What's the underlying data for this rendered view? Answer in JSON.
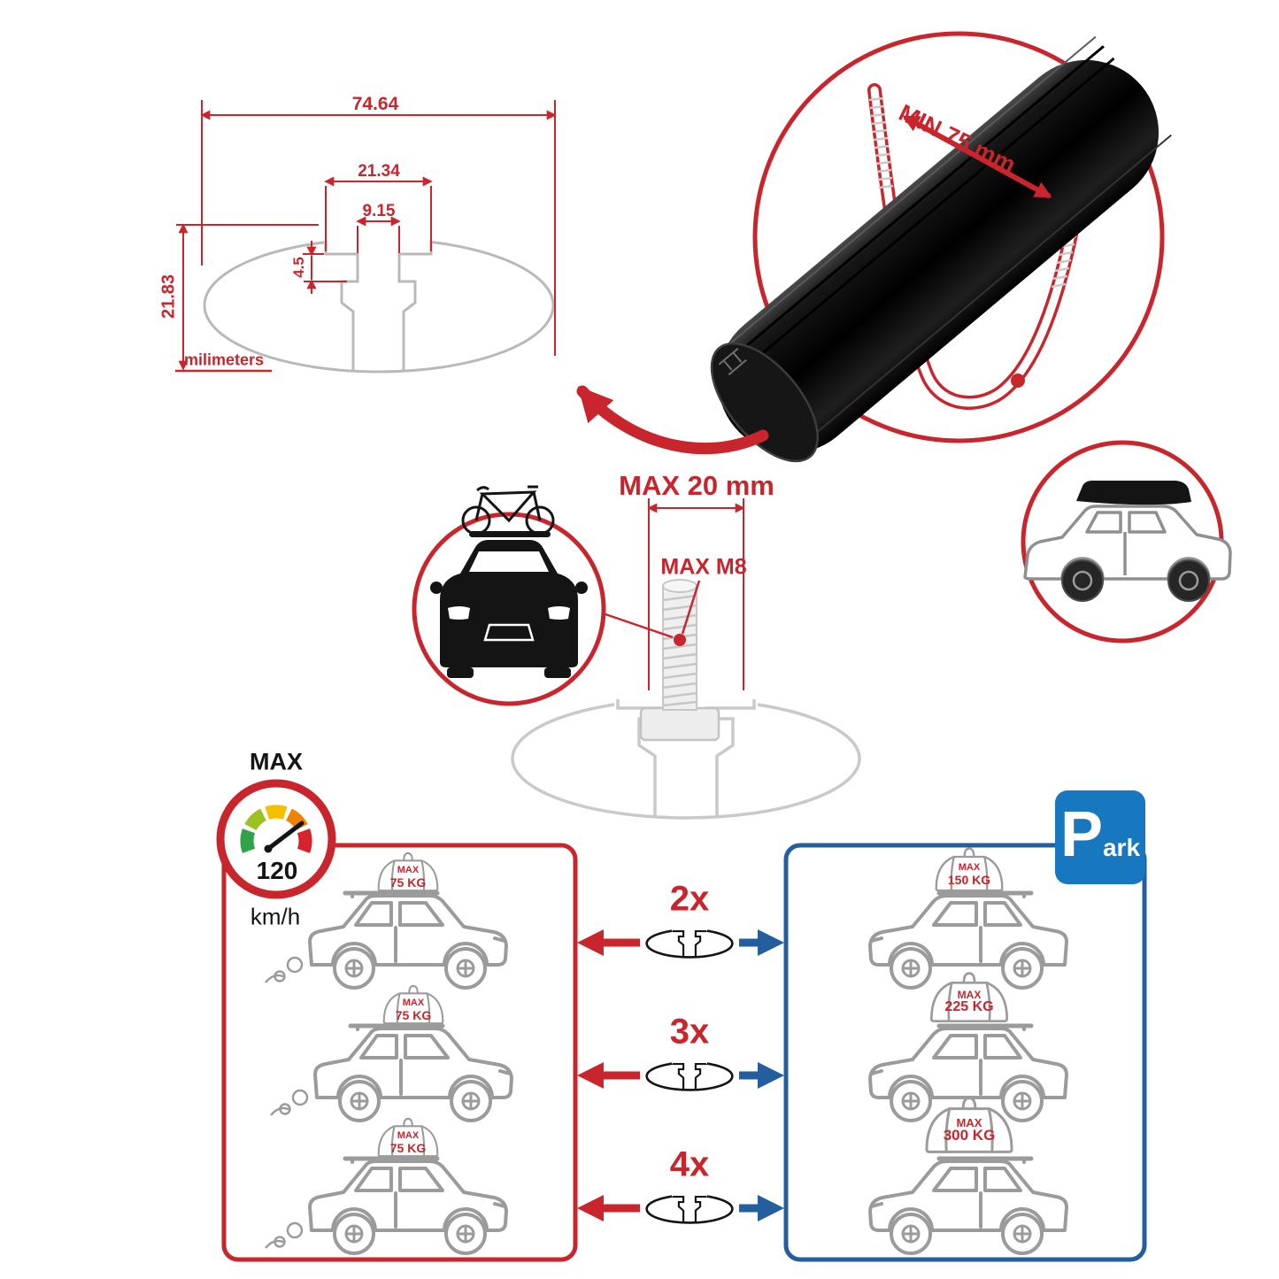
{
  "profile_dims": {
    "total_width": "74.64",
    "channel_outer": "21.34",
    "channel_inner": "9.15",
    "channel_depth": "4.5",
    "total_height": "21.83",
    "units": "milimeters"
  },
  "clamp": {
    "min_gap": "MIN 75 mm"
  },
  "bolt": {
    "max_width": "MAX 20 mm",
    "max_thread": "MAX M8"
  },
  "speed": {
    "label": "MAX",
    "value": "120",
    "unit": "km/h"
  },
  "parking_sign": {
    "letter": "P",
    "suffix": "ark"
  },
  "load_rows": [
    {
      "count": "2x",
      "drive": {
        "label": "MAX",
        "value": "75 KG"
      },
      "park": {
        "label": "MAX",
        "value": "150 KG"
      }
    },
    {
      "count": "3x",
      "drive": {
        "label": "MAX",
        "value": "75 KG"
      },
      "park": {
        "label": "MAX",
        "value": "225 KG"
      }
    },
    {
      "count": "4x",
      "drive": {
        "label": "MAX",
        "value": "75 KG"
      },
      "park": {
        "label": "MAX",
        "value": "300 KG"
      }
    }
  ],
  "icons": [
    "speedometer-gauge",
    "parking-sign",
    "suv-side",
    "roof-cargo-bag",
    "crossbar-profile",
    "bicycle",
    "car-front",
    "suv-with-roofbox",
    "u-bolt-clamp"
  ],
  "colors": {
    "red": "#c9252d",
    "blue": "#235e9e",
    "sign_blue": "#1778bf",
    "bar_black": "#111111",
    "line_gray": "#9b9b9b"
  }
}
